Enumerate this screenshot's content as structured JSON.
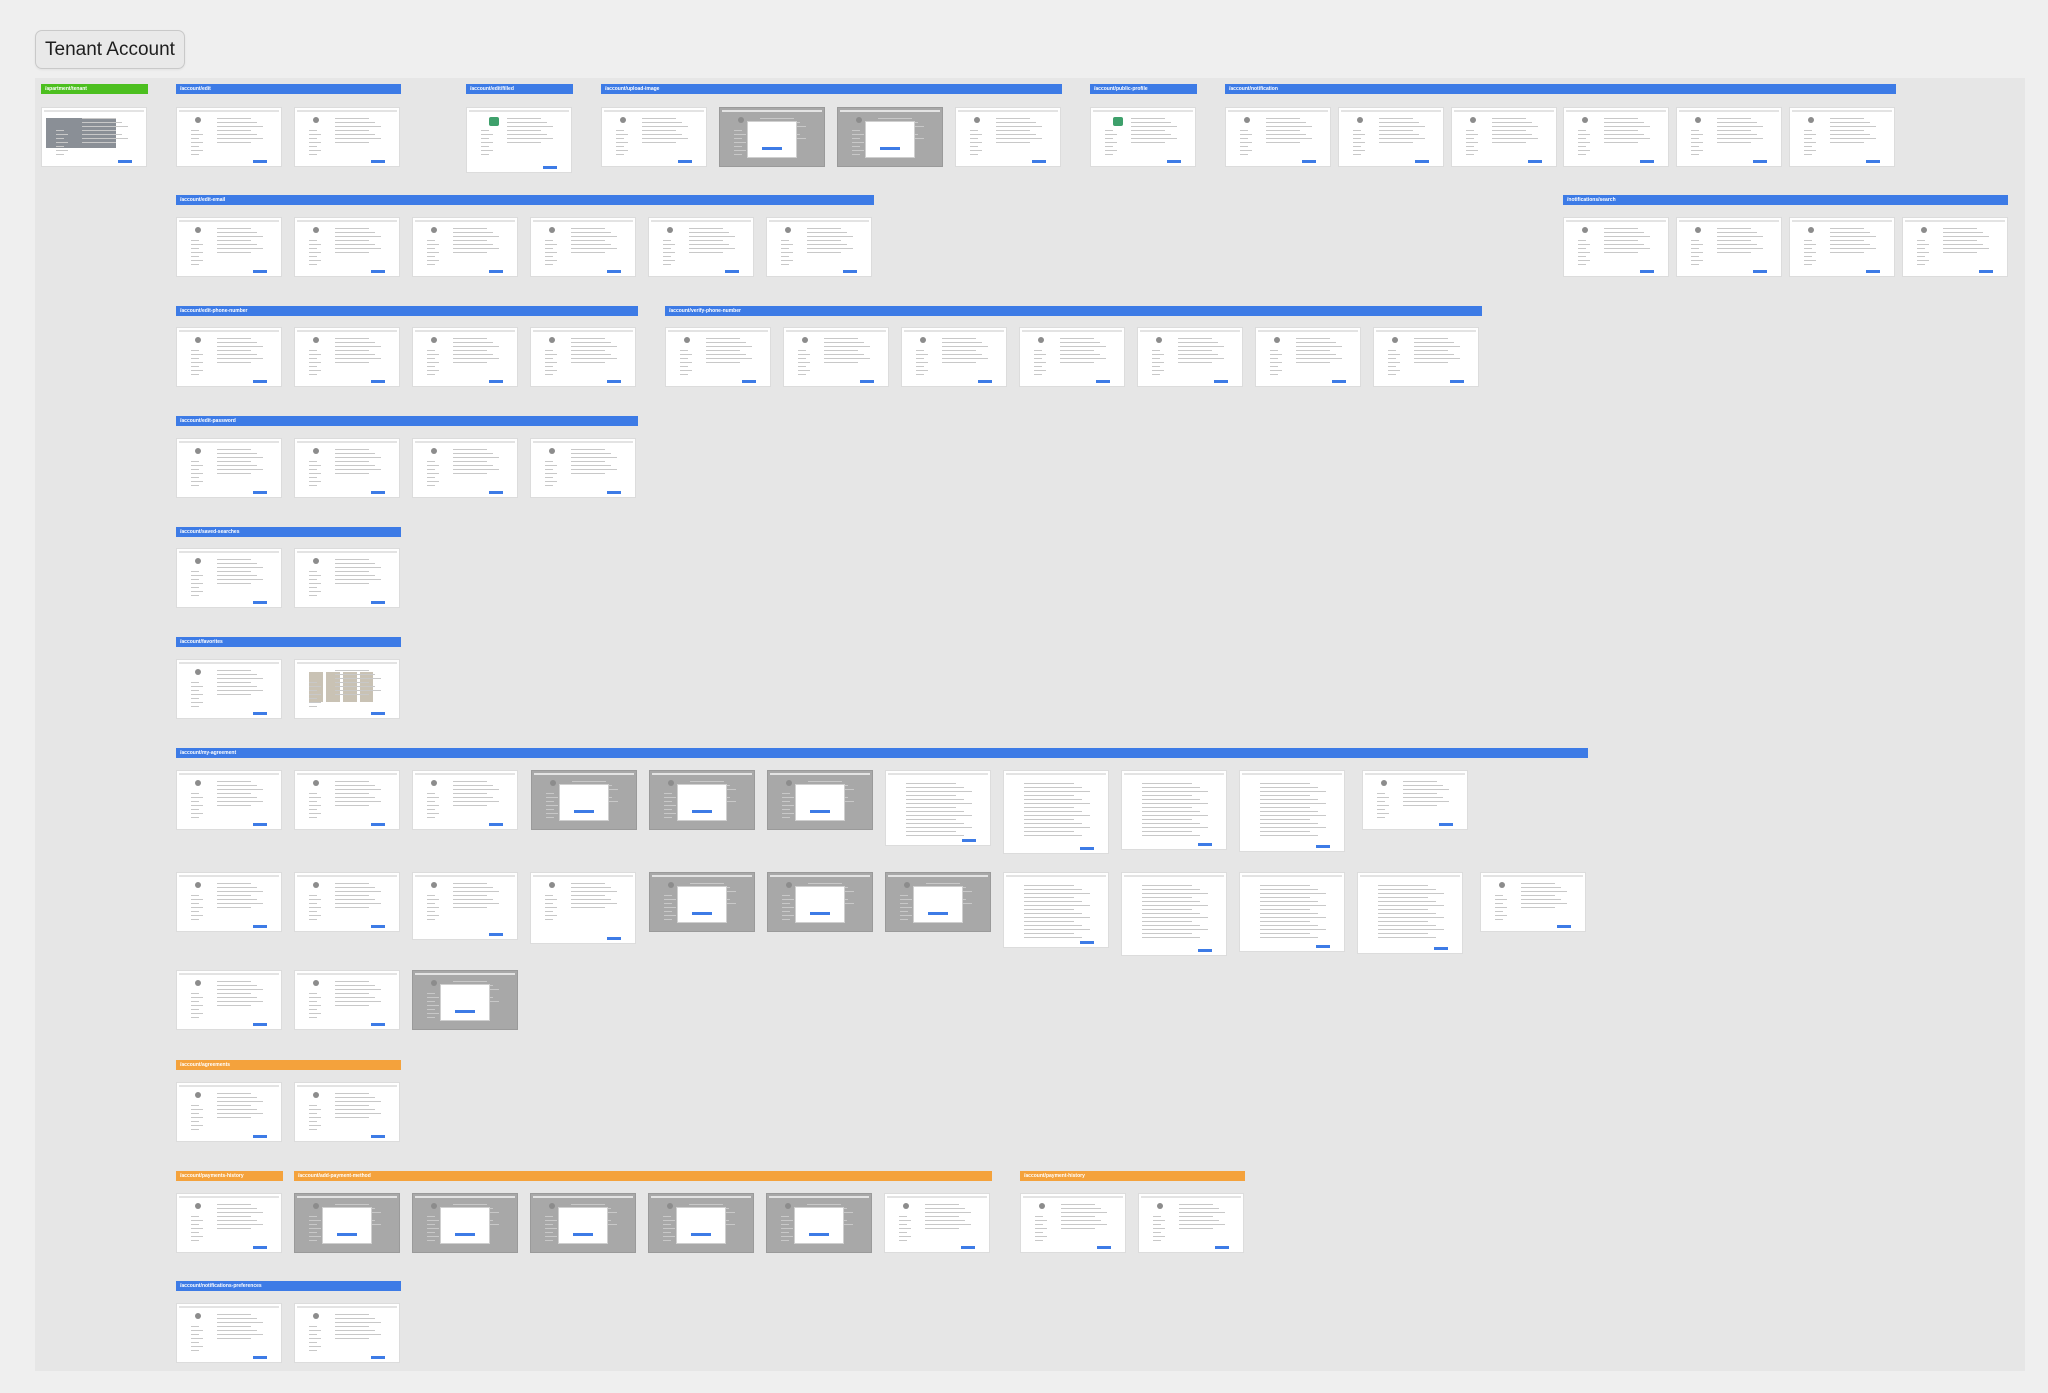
{
  "page_title": "Tenant Account",
  "colors": {
    "blue": "#3d7be6",
    "orange": "#f4a23c",
    "green": "#4cbf1f"
  },
  "sections": [
    {
      "label": "/apartment/tenant",
      "color": "green"
    },
    {
      "label": "/account/edit",
      "color": "blue"
    },
    {
      "label": "/account/edit/filled",
      "color": "blue"
    },
    {
      "label": "/account/upload-image",
      "color": "blue"
    },
    {
      "label": "/account/public-profile",
      "color": "blue"
    },
    {
      "label": "/account/notification",
      "color": "blue"
    },
    {
      "label": "/account/edit-email",
      "color": "blue"
    },
    {
      "label": "/notifications/search",
      "color": "blue"
    },
    {
      "label": "/account/edit-phone-number",
      "color": "blue"
    },
    {
      "label": "/account/verify-phone-number",
      "color": "blue"
    },
    {
      "label": "/account/edit-password",
      "color": "blue"
    },
    {
      "label": "/account/saved-searches",
      "color": "blue"
    },
    {
      "label": "/account/favorites",
      "color": "blue"
    },
    {
      "label": "/account/my-agreement",
      "color": "blue"
    },
    {
      "label": "/account/agreements",
      "color": "orange"
    },
    {
      "label": "/account/payments-history",
      "color": "orange"
    },
    {
      "label": "/account/add-payment-method",
      "color": "orange"
    },
    {
      "label": "/account/payment-history",
      "color": "orange"
    },
    {
      "label": "/account/notifications-preferences",
      "color": "blue"
    }
  ]
}
